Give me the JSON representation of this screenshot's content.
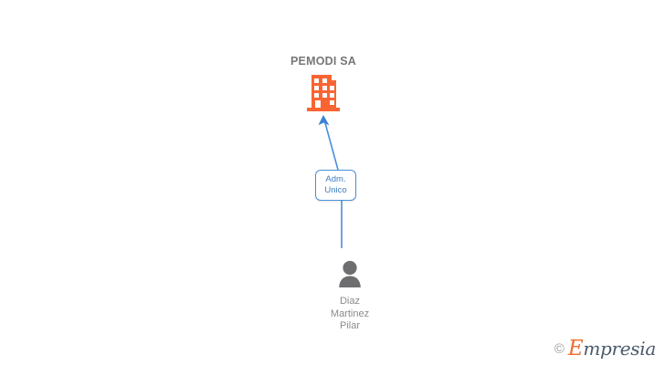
{
  "diagram": {
    "type": "org-chart",
    "background": "#ffffff",
    "company": {
      "name": "PEMODI SA",
      "icon": "building-icon",
      "icon_color": "#fa6432",
      "title_color": "#77777a"
    },
    "relation": {
      "label_line1": "Adm.",
      "label_line2": "Unico",
      "border_color": "#4a90d9",
      "text_color": "#3d7ebf",
      "fill_color": "#ffffff"
    },
    "person": {
      "icon": "person-icon",
      "icon_color": "#6e6e70",
      "name_line1": "Diaz",
      "name_line2": "Martinez",
      "name_line3": "Pilar",
      "name_color": "#8b8b8d"
    },
    "connectors": {
      "arrow_color": "#4a90d9",
      "line_color": "#4a90d9",
      "arrow_direction": "up",
      "from": "Adm. Unico",
      "to": "PEMODI SA"
    }
  },
  "watermark": {
    "copyright_symbol": "©",
    "brand_initial": "E",
    "brand_rest": "mpresia",
    "initial_color": "#ef6c2e",
    "rest_color": "#4a5a6a"
  }
}
